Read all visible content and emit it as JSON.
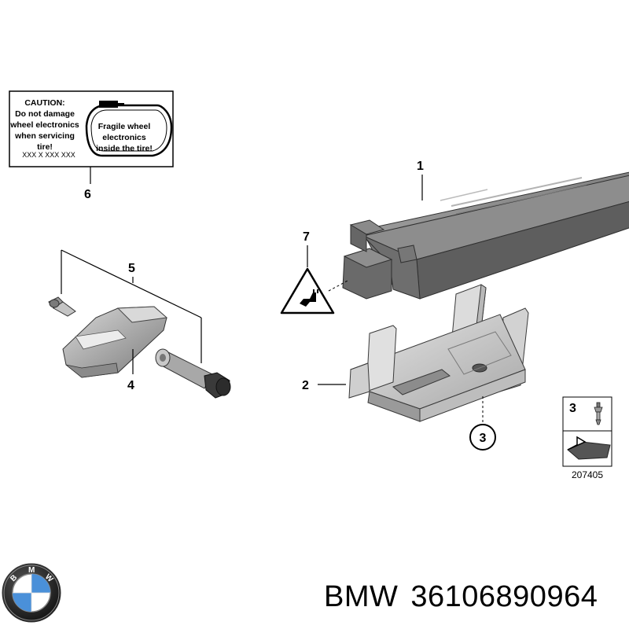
{
  "caution_label": {
    "left_lines": [
      "CAUTION:",
      "Do not damage",
      "wheel electronics",
      "when servicing",
      "tire!"
    ],
    "code": "XXX X XXX XXX",
    "tire_lines": [
      "Fragile wheel",
      "electronics",
      "inside the tire!"
    ]
  },
  "callouts": {
    "c1": "1",
    "c2": "2",
    "c3": "3",
    "c4": "4",
    "c5": "5",
    "c6": "6",
    "c7": "7"
  },
  "legend": {
    "number": "3",
    "diagram_ref": "207405"
  },
  "caption": {
    "brand": "BMW",
    "part_number": "36106890964"
  }
}
